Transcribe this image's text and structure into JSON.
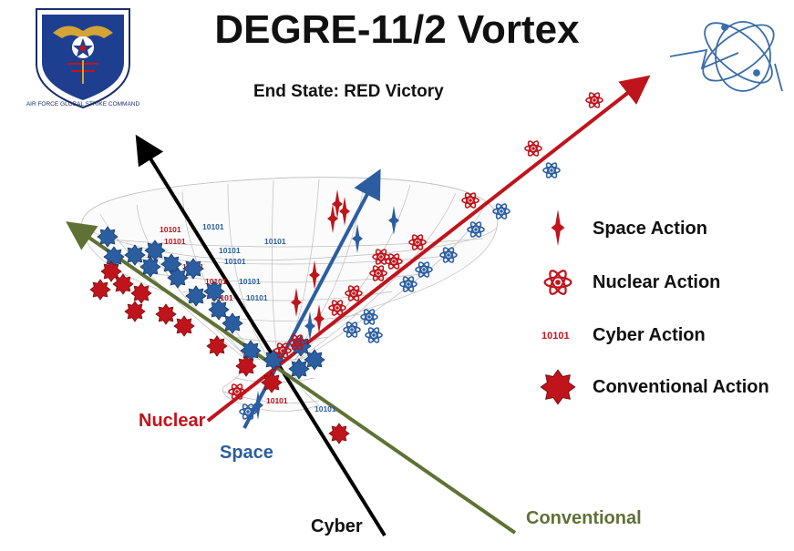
{
  "title": "DEGRE-11/2 Vortex",
  "subtitle": "End State: RED Victory",
  "emblem_text": "AIR FORCE GLOBAL STRIKE COMMAND",
  "axes": {
    "nuclear": "Nuclear",
    "space": "Space",
    "cyber": "Cyber",
    "conventional": "Conventional"
  },
  "legend": {
    "space": "Space Action",
    "nuclear": "Nuclear Action",
    "cyber": "Cyber Action",
    "conventional": "Conventional Action",
    "cyber_glyph": "10101"
  },
  "cyber_text": "10101",
  "colors": {
    "red": "#c0141c",
    "blue": "#2b5ea0",
    "olive": "#5f7134",
    "black": "#000000"
  }
}
